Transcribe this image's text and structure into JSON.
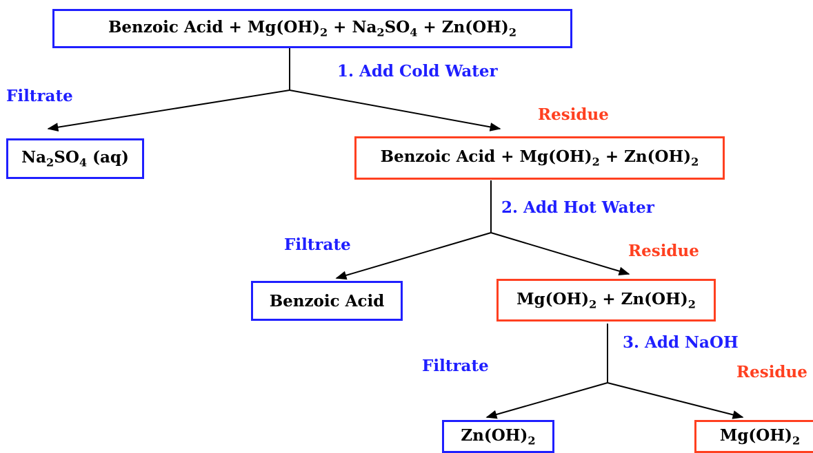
{
  "colors": {
    "product_box": "#1f1fff",
    "residue_box": "#ff4020",
    "step_text": "#1f1fff",
    "filtrate_text": "#1f1fff",
    "residue_text": "#ff4020"
  },
  "mixture": {
    "benzoic": "Benzoic Acid",
    "plus1": " + ",
    "mg": "Mg(OH)",
    "mg_sub": "2",
    "plus2": " + ",
    "na": "Na",
    "na_sub": "2",
    "so": "SO",
    "so_sub": "4",
    "plus3": " + ",
    "zn": "Zn(OH)",
    "zn_sub": "2"
  },
  "step1": {
    "instruction": "1.  Add Cold Water",
    "filtrate_label": "Filtrate",
    "residue_label": "Residue",
    "filtrate": {
      "na": "Na",
      "na_sub": "2",
      "so": "SO",
      "so_sub": "4",
      "aq": " (aq)"
    },
    "residue": {
      "benzoic": "Benzoic Acid",
      "plus1": " + ",
      "mg": "Mg(OH)",
      "mg_sub": "2",
      "plus2": " + ",
      "zn": "Zn(OH)",
      "zn_sub": "2"
    }
  },
  "step2": {
    "instruction": "2.  Add Hot Water",
    "filtrate_label": "Filtrate",
    "residue_label": "Residue",
    "filtrate": {
      "text": "Benzoic Acid"
    },
    "residue": {
      "mg": "Mg(OH)",
      "mg_sub": "2",
      "plus": " + ",
      "zn": "Zn(OH)",
      "zn_sub": "2"
    }
  },
  "step3": {
    "instruction": "3.  Add NaOH",
    "filtrate_label": "Filtrate",
    "residue_label": "Residue",
    "filtrate": {
      "zn": "Zn(OH)",
      "zn_sub": "2"
    },
    "residue": {
      "mg": "Mg(OH)",
      "mg_sub": "2"
    }
  }
}
